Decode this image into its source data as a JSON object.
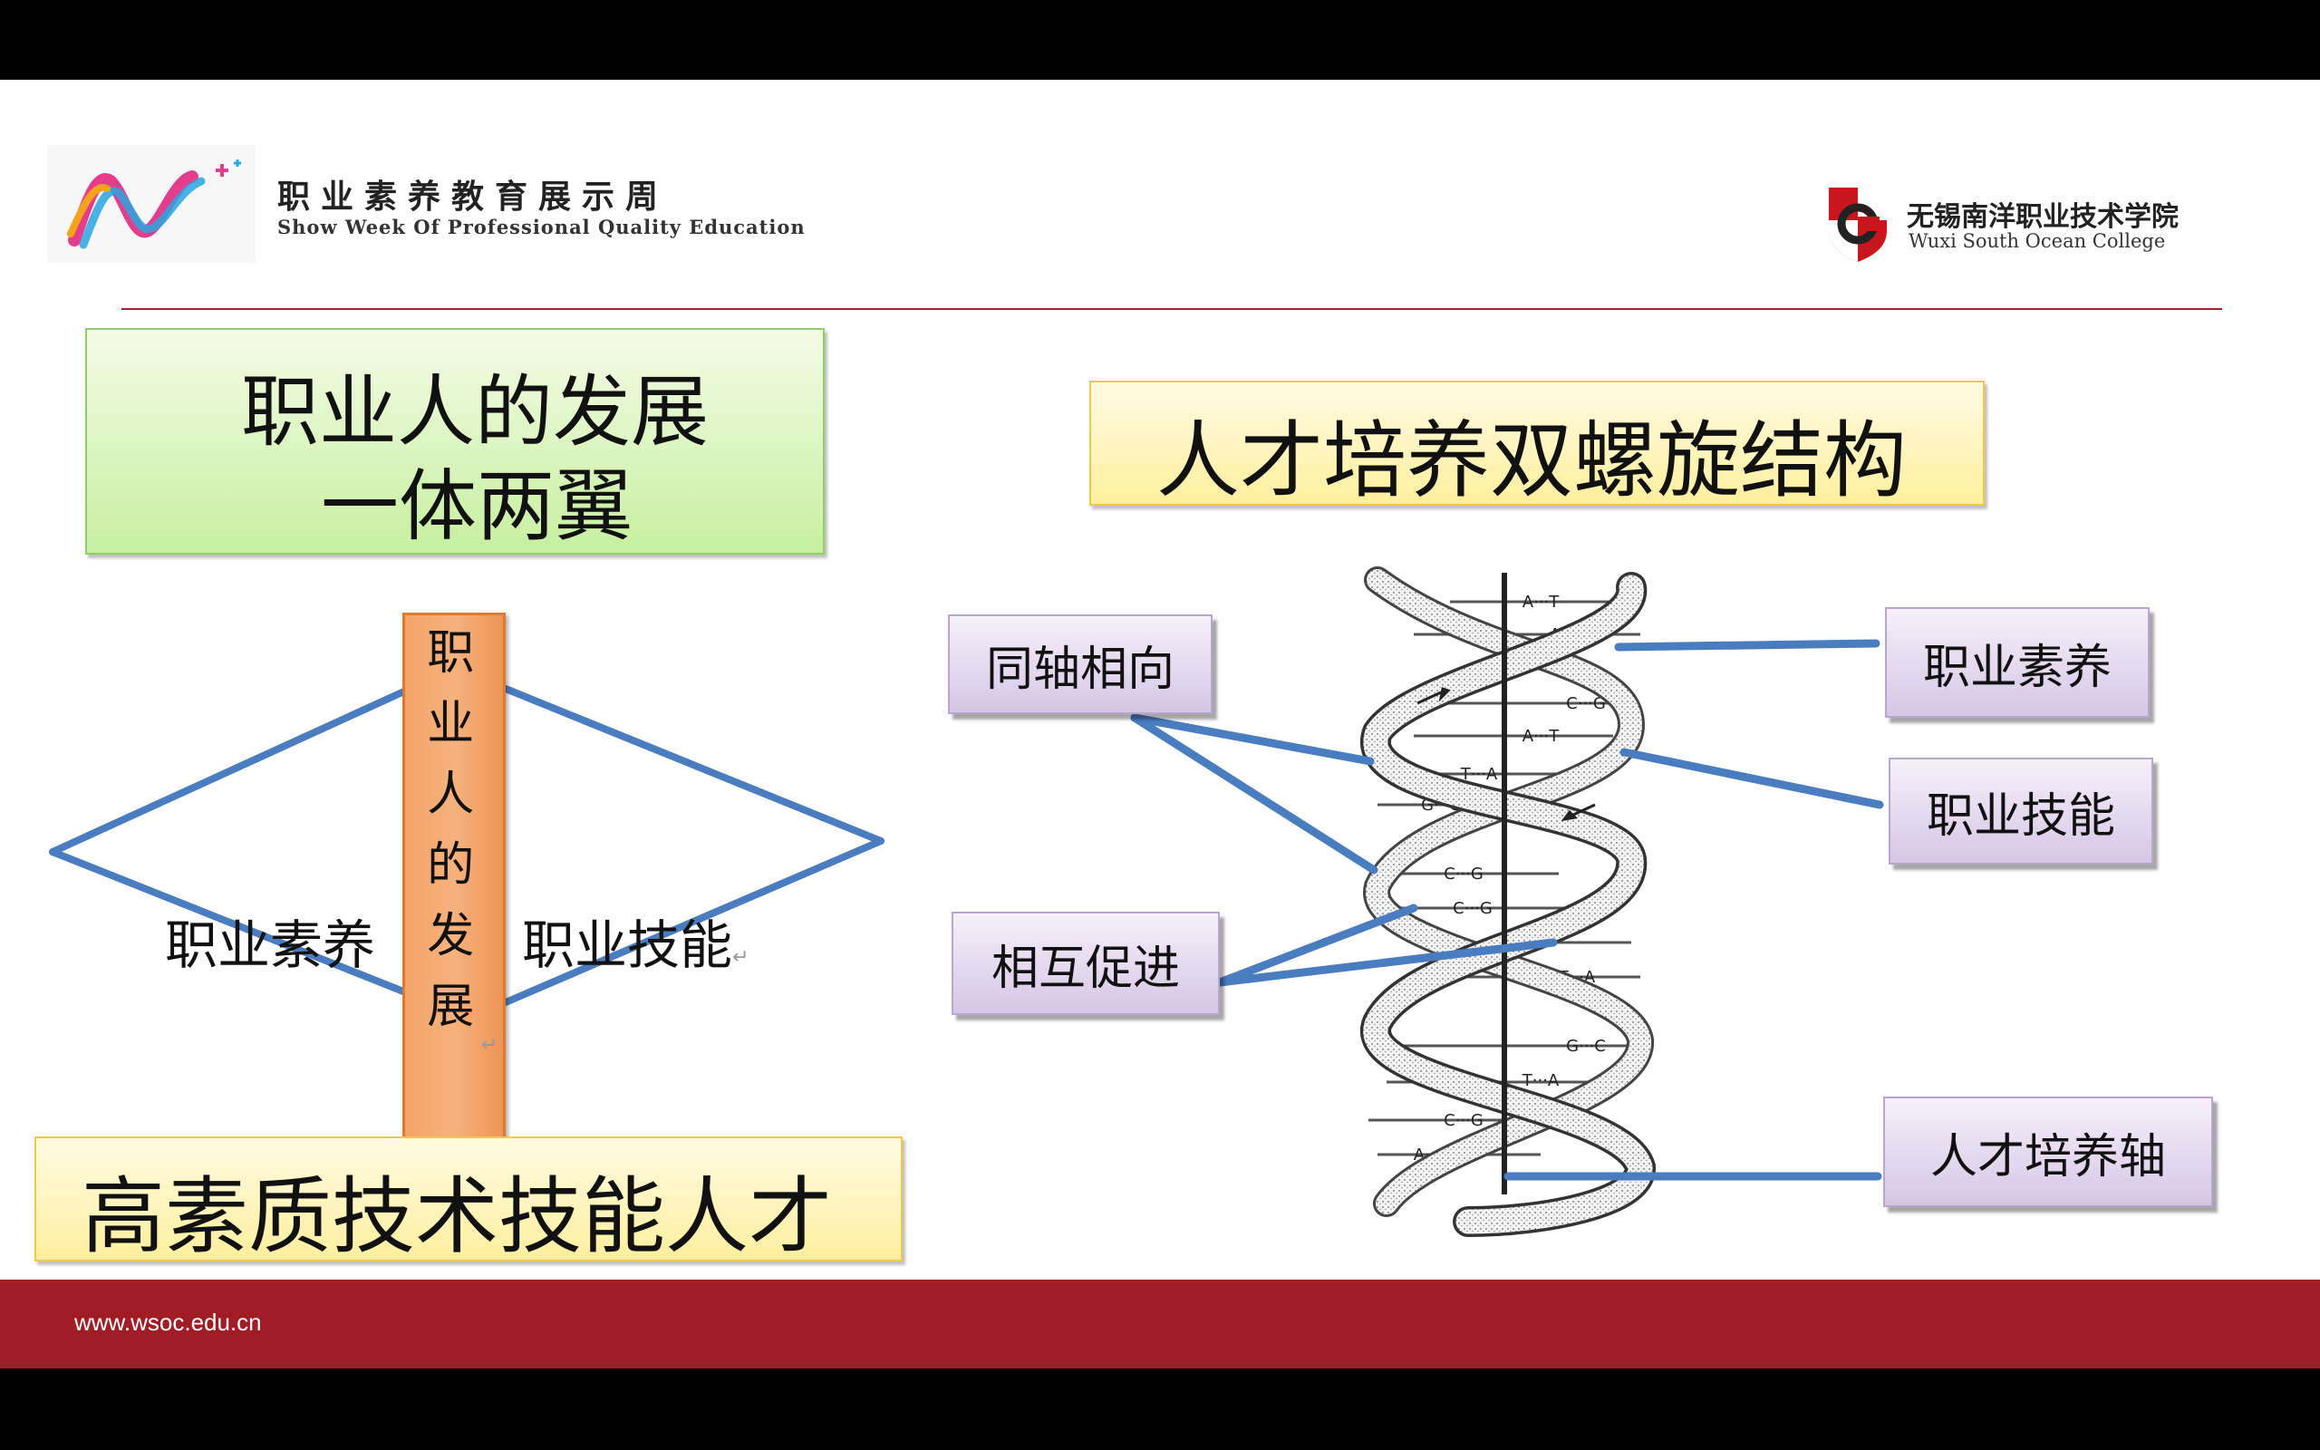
{
  "header": {
    "event_title": "职业素养教育展示周",
    "event_subtitle": "Show Week Of Professional Quality Education",
    "college_name": "无锡南洋职业技术学院",
    "college_name_en": "Wuxi South Ocean College"
  },
  "left_panel": {
    "title_line1": "职业人的发展",
    "title_line2": "一体两翼",
    "center_bar": "职业人的发展",
    "left_wing": "职业素养",
    "right_wing": "职业技能",
    "edit_mark": "↵",
    "conclusion": "高素质技术技能人才"
  },
  "right_panel": {
    "title": "人才培养双螺旋结构",
    "labels": {
      "coaxial": "同轴相向",
      "mutual": "相互促进",
      "quality": "职业素养",
      "skill": "职业技能",
      "axis": "人才培养轴"
    },
    "base_pairs": [
      "A···T",
      "A···T",
      "C···G",
      "A···T",
      "T···A",
      "G···C",
      "C···G",
      "C···G",
      "T···A",
      "G···C",
      "T···A",
      "C···G",
      "A···T"
    ]
  },
  "footer": {
    "url": "www.wsoc.edu.cn"
  },
  "colors": {
    "accent_red": "#a11d25",
    "connector_blue": "#4a7cc0",
    "green_box": "#c6f0a0",
    "yellow_box": "#ffef9e",
    "orange_bar": "#f3a368",
    "purple_label": "#d6c6e6"
  }
}
